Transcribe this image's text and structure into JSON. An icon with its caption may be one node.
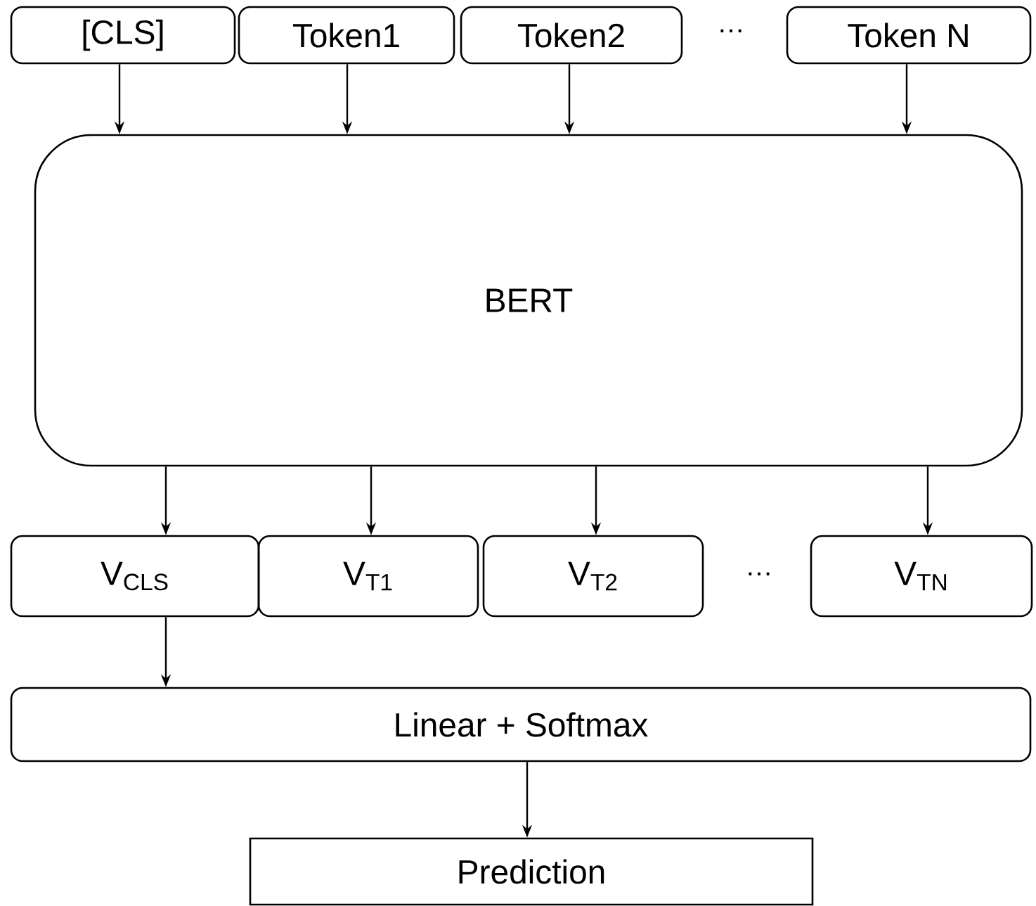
{
  "diagram": {
    "nodes": [
      {
        "text": [
          "[CLS]"
        ]
      },
      {
        "text": [
          "Token1"
        ]
      },
      {
        "text": [
          "Token2"
        ]
      },
      {
        "text": [
          "Token N"
        ]
      },
      {
        "text": [
          "BERT"
        ]
      },
      {
        "text": [
          "V$_{CLS}$"
        ]
      },
      {
        "text": [
          "V$_{T1}$"
        ]
      },
      {
        "text": [
          "V$_{T2}$"
        ]
      },
      {
        "text": [
          "V$_{TN}$"
        ]
      },
      {
        "text": [
          "Linear + Softmax"
        ]
      },
      {
        "text": [
          "Prediction"
        ]
      }
    ],
    "edges": [
      {
        "from": 0,
        "to": 4,
        "arrow": "to"
      },
      {
        "from": 1,
        "to": 4,
        "arrow": "to"
      },
      {
        "from": 2,
        "to": 4,
        "arrow": "to"
      },
      {
        "from": 3,
        "to": 4,
        "arrow": "to"
      },
      {
        "from": 4,
        "to": 5,
        "arrow": "to"
      },
      {
        "from": 4,
        "to": 6,
        "arrow": "to"
      },
      {
        "from": 4,
        "to": 7,
        "arrow": "to"
      },
      {
        "from": 4,
        "to": 8,
        "arrow": "to"
      },
      {
        "from": 5,
        "to": 9,
        "arrow": "to"
      },
      {
        "from": 9,
        "to": 10,
        "arrow": "to"
      }
    ],
    "labels": [
      "…",
      "…"
    ]
  }
}
